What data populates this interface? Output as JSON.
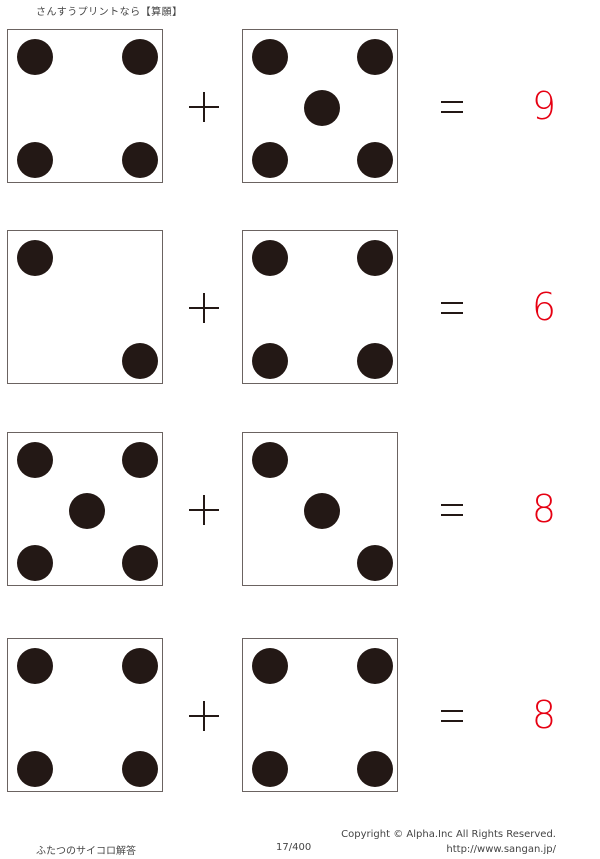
{
  "header": {
    "title": "さんすうプリントなら【算願】"
  },
  "colors": {
    "dot": "#231815",
    "border": "#6b6361",
    "answer": "#e60012"
  },
  "problems": [
    {
      "left_die": {
        "value": 4,
        "dots": [
          "tl",
          "tr",
          "bl",
          "br"
        ]
      },
      "operator": "+",
      "right_die": {
        "value": 5,
        "dots": [
          "tl",
          "tr",
          "c",
          "bl",
          "br"
        ]
      },
      "equals": "=",
      "answer": "9"
    },
    {
      "left_die": {
        "value": 2,
        "dots": [
          "tl",
          "br"
        ]
      },
      "operator": "+",
      "right_die": {
        "value": 4,
        "dots": [
          "tl",
          "tr",
          "bl",
          "br"
        ]
      },
      "equals": "=",
      "answer": "6"
    },
    {
      "left_die": {
        "value": 5,
        "dots": [
          "tl",
          "tr",
          "c",
          "bl",
          "br"
        ]
      },
      "operator": "+",
      "right_die": {
        "value": 3,
        "dots": [
          "tl",
          "c",
          "br"
        ]
      },
      "equals": "=",
      "answer": "8"
    },
    {
      "left_die": {
        "value": 4,
        "dots": [
          "tl",
          "tr",
          "bl",
          "br"
        ]
      },
      "operator": "+",
      "right_die": {
        "value": 4,
        "dots": [
          "tl",
          "tr",
          "bl",
          "br"
        ]
      },
      "equals": "=",
      "answer": "8"
    }
  ],
  "footer": {
    "worksheet_name": "ふたつのサイコロ解答",
    "page": "17/400",
    "copyright": "Copyright © Alpha.Inc All Rights Reserved.",
    "url": "http://www.sangan.jp/"
  }
}
